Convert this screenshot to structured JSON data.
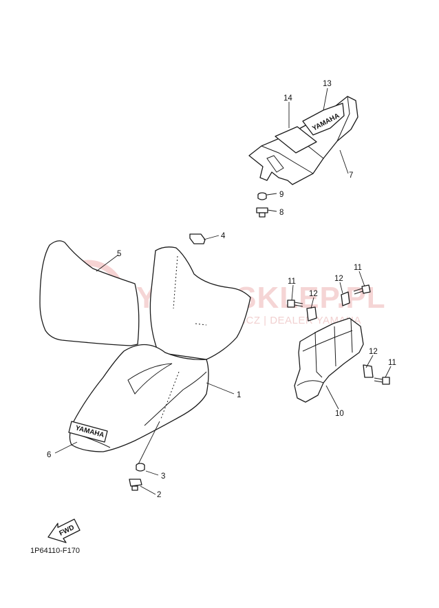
{
  "watermark": {
    "title": "YAMA-SKLEP.PL",
    "subtitle": "WOJCIECHOWICZ | DEALER YAMAHA"
  },
  "drawing_code": "1P64110-F170",
  "fwd_label": "FWD",
  "brand_marks": [
    "YAMAHA",
    "YAMAHA"
  ],
  "callouts": [
    "1",
    "2",
    "3",
    "4",
    "5",
    "6",
    "7",
    "8",
    "9",
    "10",
    "11",
    "11",
    "11",
    "12",
    "12",
    "12",
    "13",
    "14"
  ]
}
